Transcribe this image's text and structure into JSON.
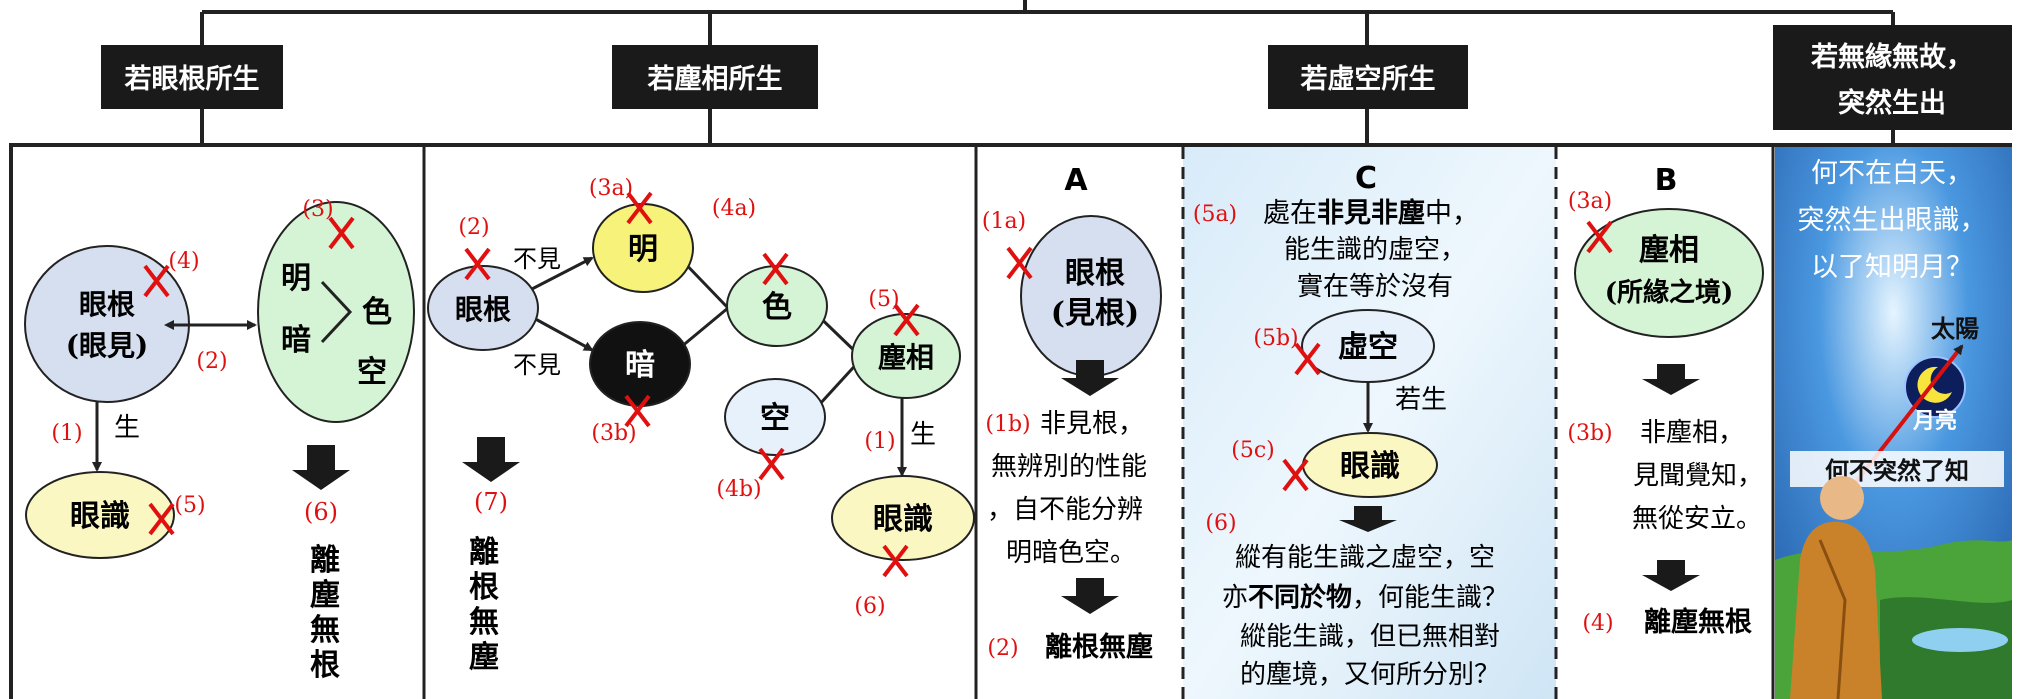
{
  "headers": {
    "eye": "若眼根所生",
    "dust": "若塵相所生",
    "space": "若虛空所生",
    "nocause_1": "若無緣無故，",
    "nocause_2": "突然生出"
  },
  "p1": {
    "eye_root_1": "眼根",
    "eye_root_2": "(眼見)",
    "bright": "明",
    "dark": "暗",
    "color": "色",
    "empty": "空",
    "consciousness": "眼識",
    "arise": "生",
    "n1": "(1)",
    "n2": "(2)",
    "n3": "(3)",
    "n4": "(4)",
    "n5": "(5)",
    "n6": "(6)",
    "conclusion": [
      "離",
      "塵",
      "無",
      "根"
    ]
  },
  "p2": {
    "eye_root": "眼根",
    "not_see_1": "不見",
    "not_see_2": "不見",
    "bright": "明",
    "dark": "暗",
    "color": "色",
    "empty": "空",
    "dust": "塵相",
    "arise": "生",
    "consciousness": "眼識",
    "n2": "(2)",
    "n3a": "(3a)",
    "n3b": "(3b)",
    "n4a": "(4a)",
    "n4b": "(4b)",
    "n5": "(5)",
    "n1": "(1)",
    "n6": "(6)",
    "n7": "(7)",
    "conclusion": [
      "離",
      "根",
      "無",
      "塵"
    ]
  },
  "p3": {
    "A": "A",
    "n1a": "(1a)",
    "root_1": "眼根",
    "root_2": "(見根)",
    "n1b": "(1b)",
    "b1": "非見根，",
    "b2": "無辨別的性能",
    "b3": "，自不能分辨",
    "b4": "明暗色空。",
    "n2": "(2)",
    "end": "離根無塵"
  },
  "p4": {
    "C": "C",
    "n5a": "(5a)",
    "l1a": "處在",
    "l1b": "非見非塵",
    "l1c": "中，",
    "l2": "能生識的虛空，",
    "l3": "實在等於沒有",
    "n5b": "(5b)",
    "space": "虛空",
    "if_arise": "若生",
    "n5c": "(5c)",
    "consciousness": "眼識",
    "n6": "(6)",
    "q1": "縱有能生識之虛空，空",
    "q2a": "亦",
    "q2b": "不同於物",
    "q2c": "，何能生識？",
    "q3": "縱能生識，但已無相對",
    "q4": "的塵境，又何所分別？"
  },
  "p5": {
    "B": "B",
    "n3a": "(3a)",
    "dust_1": "塵相",
    "dust_2": "(所緣之境)",
    "n3b": "(3b)",
    "b1": "非塵相，",
    "b2": "見聞覺知，",
    "b3": "無從安立。",
    "n4": "(4)",
    "end": "離塵無根"
  },
  "p6": {
    "q1": "何不在白天，",
    "q2": "突然生出眼識，",
    "q3": "以了知明月？",
    "sun": "太陽",
    "moon": "月亮",
    "why": "何不突然了知"
  },
  "colors": {
    "header_bg": "#1a1a1a",
    "red": "#e01010",
    "blue_node": "#d6dff0",
    "green_node": "#d5f3d5",
    "yellow_node": "#fbf7c2",
    "bright_node": "#f7f279",
    "sky": "#1e63b8"
  }
}
